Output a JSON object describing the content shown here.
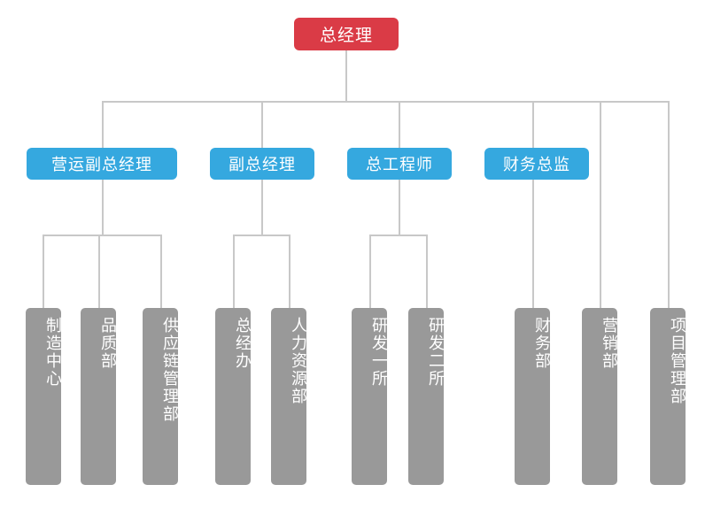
{
  "diagram": {
    "type": "org-chart",
    "title_node": {
      "label": "总经理",
      "color": "#da3b46"
    },
    "level2_color": "#35a8df",
    "level3_color": "#999999",
    "connector_color": "#c8c8c8",
    "root": {
      "label": "总经理"
    },
    "executives": [
      {
        "label": "营运副总经理"
      },
      {
        "label": "副总经理"
      },
      {
        "label": "总工程师"
      },
      {
        "label": "财务总监"
      }
    ],
    "departments": [
      {
        "label": "制造中心",
        "parent": "营运副总经理"
      },
      {
        "label": "品质部",
        "parent": "营运副总经理"
      },
      {
        "label": "供应链管理部",
        "parent": "营运副总经理"
      },
      {
        "label": "总经办",
        "parent": "副总经理"
      },
      {
        "label": "人力资源部",
        "parent": "副总经理"
      },
      {
        "label": "研发一所",
        "parent": "总工程师"
      },
      {
        "label": "研发二所",
        "parent": "总工程师"
      },
      {
        "label": "财务部",
        "parent": "财务总监"
      },
      {
        "label": "营销部",
        "parent": "总经理"
      },
      {
        "label": "项目管理部",
        "parent": "总经理"
      }
    ]
  }
}
